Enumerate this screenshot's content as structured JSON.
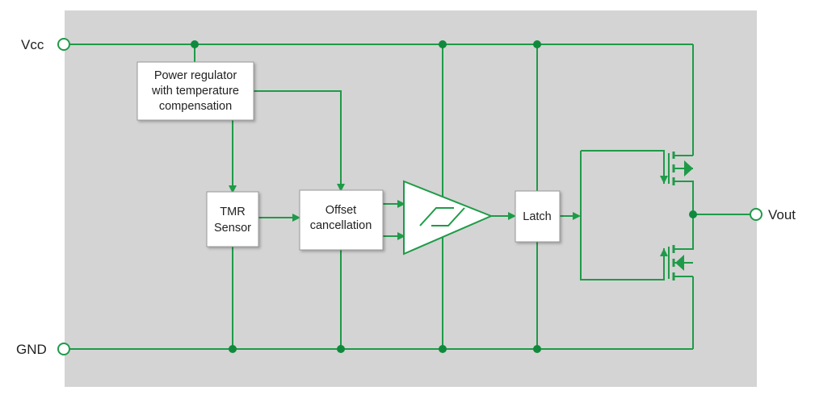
{
  "pins": {
    "vcc": "Vcc",
    "gnd": "GND",
    "vout": "Vout"
  },
  "blocks": {
    "power_regulator": [
      "Power regulator",
      "with temperature",
      "compensation"
    ],
    "tmr_sensor": [
      "TMR",
      "Sensor"
    ],
    "offset_cancellation": [
      "Offset",
      "cancellation"
    ],
    "latch": "Latch"
  },
  "colors": {
    "wire": "#1e9b48",
    "node": "#0f8a3c",
    "background": "#d4d4d4",
    "block_fill": "#ffffff"
  }
}
